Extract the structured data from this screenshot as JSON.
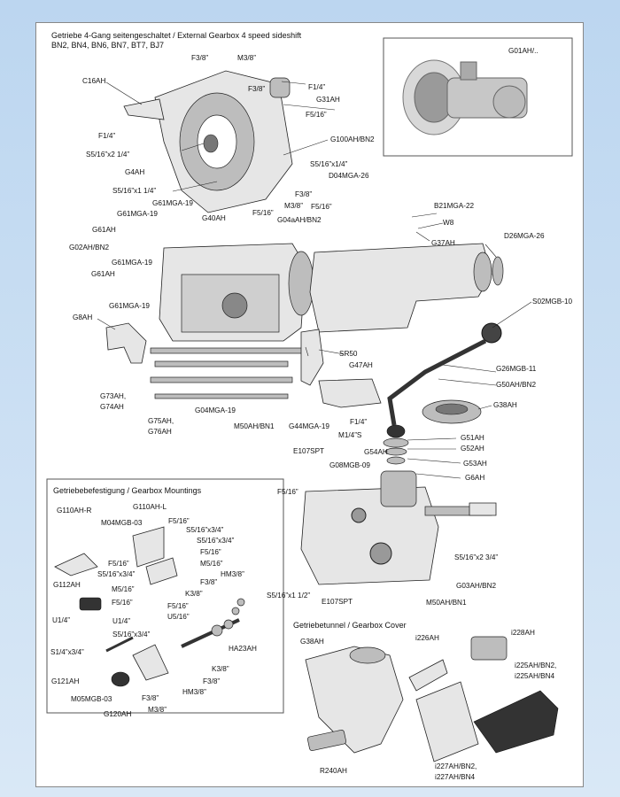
{
  "main_title": {
    "line1": "Getriebe 4-Gang seitengeschaltet / External Gearbox 4 speed sideshift",
    "line2": "BN2, BN4, BN6, BN7, BT7, BJ7"
  },
  "photo": {
    "label": "G01AH/.."
  },
  "gearbox_labels": {
    "f3_8_top": "F3/8”",
    "m3_8_top": "M3/8”",
    "c16ah": "C16AH",
    "f3_8_b": "F3/8”",
    "f1_4_r": "F1/4”",
    "g31ah": "G31AH",
    "f5_16_r": "F5/16”",
    "f1_4_l": "F1/4”",
    "g100ah": "G100AH/BN2",
    "s5_16x2_1_4": "S5/16”x2 1/4”",
    "g4ah": "G4AH",
    "s5_16x1_4": "S5/16”x1/4”",
    "d04mga26": "D04MGA-26",
    "s5_16x1_1_4": "S5/16”x1 1/4”",
    "f3_8_c": "F3/8”",
    "m3_8_c": "M3/8”",
    "g61mga19_a": "G61MGA-19",
    "g61mga19_b": "G61MGA-19",
    "g40ah": "G40AH",
    "f5_16_c": "F5/16”",
    "f5_16_d": "F5/16”",
    "b21mga22": "B21MGA-22",
    "g04aah": "G04aAH/BN2",
    "w8": "W8",
    "g61ah_a": "G61AH",
    "g37ah": "G37AH",
    "g02ah": "G02AH/BN2",
    "d26mga26": "D26MGA-26",
    "g61mga19_c": "G61MGA-19",
    "g61ah_b": "G61AH",
    "g61mga19_d": "G61MGA-19",
    "s02mgb10": "S02MGB-10",
    "g8ah": "G8AH",
    "sr50": "SR50",
    "g26mgb11": "G26MGB-11",
    "g47ah": "G47AH",
    "g50ah": "G50AH/BN2",
    "g73ah": "G73AH,",
    "g74ah": "G74AH",
    "g38ah_a": "G38AH",
    "g04mga19": "G04MGA-19",
    "g75ah": "G75AH,",
    "g76ah": "G76AH",
    "m50ah_a": "M50AH/BN1",
    "g44mga19": "G44MGA-19",
    "f1_4_m": "F1/4”",
    "m1_4s": "M1/4”S",
    "g51ah": "G51AH",
    "g52ah": "G52AH",
    "e107spt_a": "E107SPT",
    "g54ah": "G54AH",
    "g53ah": "G53AH",
    "g08mgb09": "G08MGB-09",
    "g6ah": "G6AH",
    "f5_16_e": "F5/16”",
    "s5_16x2_3_4": "S5/16”x2 3/4”",
    "g03ah": "G03AH/BN2",
    "s5_16x1_1_2": "S5/16”x1 1/2”",
    "e107spt_b": "E107SPT",
    "m50ah_b": "M50AH/BN1"
  },
  "mountings": {
    "title": "Getriebebefestigung / Gearbox Mountings",
    "labels": {
      "g110ah_l": "G110AH-L",
      "g110ah_r": "G110AH-R",
      "m04mgb03": "M04MGB-03",
      "f5_16_a": "F5/16”",
      "s5_16x3_4_a": "S5/16”x3/4”",
      "s5_16x3_4_b": "S5/16”x3/4”",
      "f5_16_b": "F5/16”",
      "f5_16_c": "F5/16”",
      "m5_16_a": "M5/16”",
      "s5_16x3_4_c": "S5/16”x3/4”",
      "hm3_8_a": "HM3/8”",
      "g112ah": "G112AH",
      "m5_16_b": "M5/16”",
      "f3_8_a": "F3/8”",
      "k3_8_a": "K3/8”",
      "f5_16_d": "F5/16”",
      "f5_16_e": "F5/16”",
      "u5_16": "U5/16”",
      "u1_4_a": "U1/4”",
      "u1_4_b": "U1/4”",
      "s5_16x3_4_d": "S5/16”x3/4”",
      "ha23ah": "HA23AH",
      "s1_4x3_4": "S1/4”x3/4”",
      "k3_8_b": "K3/8”",
      "g121ah": "G121AH",
      "f3_8_b": "F3/8”",
      "m05mgb03": "M05MGB-03",
      "hm3_8_b": "HM3/8”",
      "f3_8_c": "F3/8”",
      "m3_8": "M3/8”",
      "g120ah": "G120AH"
    }
  },
  "cover": {
    "title": "Getriebetunnel / Gearbox Cover",
    "labels": {
      "g38ah": "G38AH",
      "i226ah": "i226AH",
      "i228ah": "i228AH",
      "i225ah_1": "i225AH/BN2,",
      "i225ah_2": "i225AH/BN4",
      "i227ah_1": "i227AH/BN2,",
      "i227ah_2": "i227AH/BN4",
      "r240ah": "R240AH"
    }
  }
}
